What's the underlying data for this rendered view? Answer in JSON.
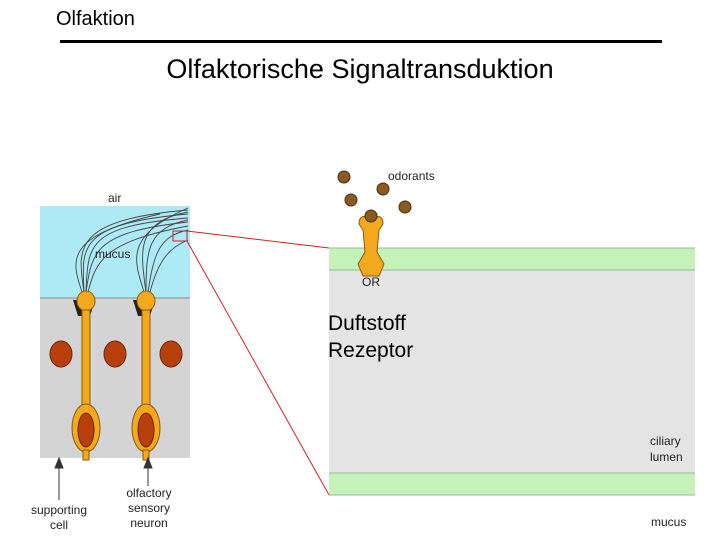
{
  "header": {
    "section_label": "Olfaktion"
  },
  "slide": {
    "title": "Olfaktorische Signaltransduktion"
  },
  "diagram": {
    "left_panel": {
      "air_label": "air",
      "mucus_label": "mucus",
      "supporting_cell_label": [
        "supporting",
        "cell"
      ],
      "neuron_label": [
        "olfactory",
        "sensory",
        "neuron"
      ]
    },
    "right_panel": {
      "odorants_label": "odorants",
      "receptor_label": "OR",
      "ciliary_lumen_label": [
        "ciliary",
        "lumen"
      ],
      "mucus_label": "mucus"
    },
    "overlay_label": [
      "Duftstoff",
      "Rezeptor"
    ]
  },
  "colors": {
    "air": "#aeeaf6",
    "tissue": "#d4d4d4",
    "membrane": "#c4f2b8",
    "lumen": "#e4e4e4",
    "neuron": "#f4a81c",
    "nucleus": "#b8400c",
    "odorant": "#8a5a22",
    "zoom_line": "#cc2222"
  }
}
